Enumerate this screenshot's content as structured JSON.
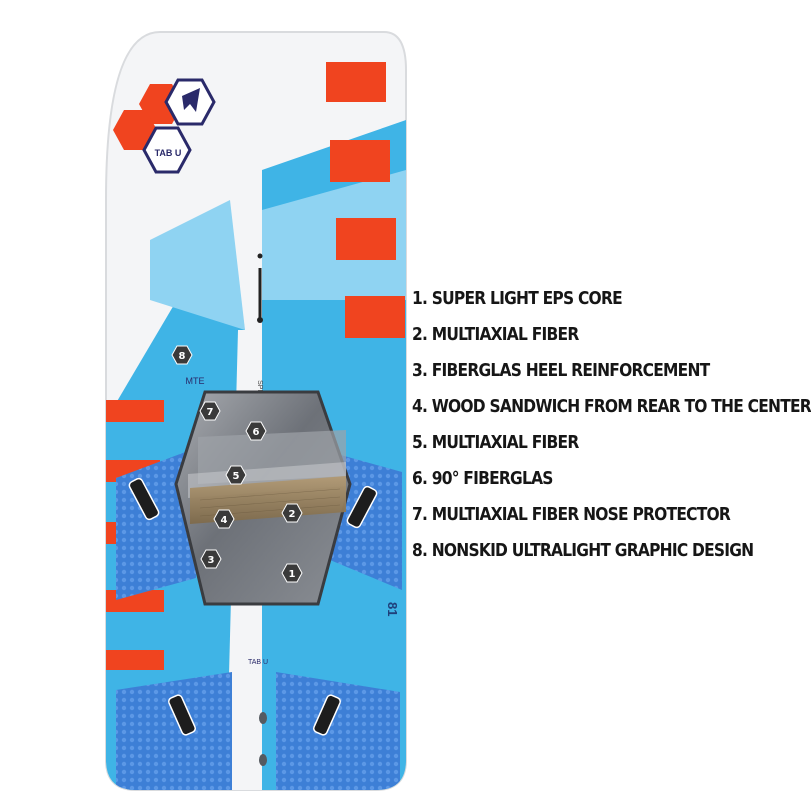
{
  "colors": {
    "board_white": "#f4f5f7",
    "board_blue": "#3fb4e6",
    "board_blue_light": "#8fd3f2",
    "stripe_orange": "#f0441f",
    "pad_blue": "#3d7fd6",
    "reinforcement_gray": "#7c8087",
    "wood": "#9a8564",
    "badge": "#3a3a3a",
    "text": "#161616"
  },
  "board": {
    "logo_text": "TAB U",
    "model_label": "MTE",
    "side_text": "SPEED",
    "volume_label": "81",
    "tail_logo": "TAB U",
    "core_badges": [
      {
        "num": "7"
      },
      {
        "num": "6"
      },
      {
        "num": "5"
      },
      {
        "num": "4"
      },
      {
        "num": "2"
      },
      {
        "num": "3"
      },
      {
        "num": "1"
      }
    ],
    "nose_badge": "8"
  },
  "features": [
    "1. SUPER LIGHT EPS CORE",
    "2. MULTIAXIAL FIBER",
    "3. FIBERGLAS HEEL REINFORCEMENT",
    "4. WOOD SANDWICH FROM REAR TO THE CENTER",
    "5. MULTIAXIAL FIBER",
    "6. 90° FIBERGLAS",
    "7. MULTIAXIAL FIBER NOSE PROTECTOR",
    "8. NONSKID ULTRALIGHT GRAPHIC DESIGN"
  ]
}
